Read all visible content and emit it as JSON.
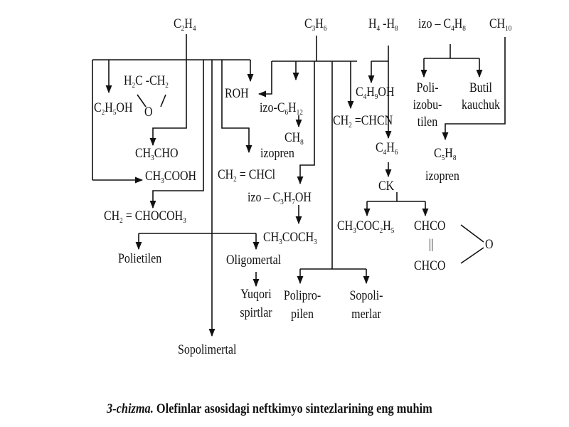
{
  "nodes": {
    "c2h4": [
      "C",
      "2",
      "H",
      "4"
    ],
    "c3h6": [
      "C",
      "3",
      "H",
      "6"
    ],
    "c4h8": [
      "H",
      "4",
      " -H",
      "8"
    ],
    "izo_c4h8": [
      "izo – C",
      "4",
      "H",
      "8"
    ],
    "ch10": [
      "CH",
      "10"
    ],
    "epoxide_top": [
      "H",
      "2",
      "C -CH",
      "2"
    ],
    "epoxide_o": "O",
    "c2h5oh": [
      "C",
      "2",
      "H",
      "5",
      "OH"
    ],
    "ch3cho": [
      "CH",
      "3",
      "CHO"
    ],
    "ch3cooh": [
      "CH",
      "3",
      "COOH"
    ],
    "vinyl_acetate": [
      "CH",
      "2",
      " = CHOCOH",
      "3"
    ],
    "polietilen": "Polietilen",
    "oligomertal": "Oligomertal",
    "yuqori_spirtlar": [
      "Yuqori",
      "spirtlar"
    ],
    "sopolimertal": "Sopolimertal",
    "roh": "ROH",
    "izo_c6h12": [
      "izo-C",
      "6",
      "H",
      "12"
    ],
    "c5h8_left": [
      "CH",
      "8"
    ],
    "izopren_left": "izopren",
    "vinyl_chloride": [
      "CH",
      "2",
      " = CHCl"
    ],
    "izo_c3h7oh": [
      "izo – C",
      "3",
      "H",
      "7",
      "OH"
    ],
    "acetone": [
      "CH",
      "3",
      "COCH",
      "3"
    ],
    "polipropilen": [
      "Polipro-",
      "pilen"
    ],
    "sopolimerlar": [
      "Sopoli-",
      "merlar"
    ],
    "c4h9oh": [
      "C",
      "4",
      "H",
      "9",
      "OH"
    ],
    "acrylonitrile": [
      "CH",
      "2",
      " =CHCN"
    ],
    "c4h6": [
      "C",
      "4",
      "H",
      "6"
    ],
    "ck": "CK",
    "mek": [
      "CH",
      "3",
      "COC",
      "2",
      "H",
      "5"
    ],
    "maleic_top": "CHCO",
    "maleic_bond": "||",
    "maleic_bottom": "CHCO",
    "maleic_o": "O",
    "poliizobutilen": [
      "Poli-",
      "izobu-",
      "tilen"
    ],
    "butil_kauchuk": [
      "Butil",
      "kauchuk"
    ],
    "c5h8_right": [
      "C",
      "5",
      "H",
      "8"
    ],
    "izopren_right": "izopren"
  },
  "caption": {
    "number": "3-chizma.",
    "text": " Olefinlar asosidagi neftkimyo sintezlarining eng muhim"
  }
}
